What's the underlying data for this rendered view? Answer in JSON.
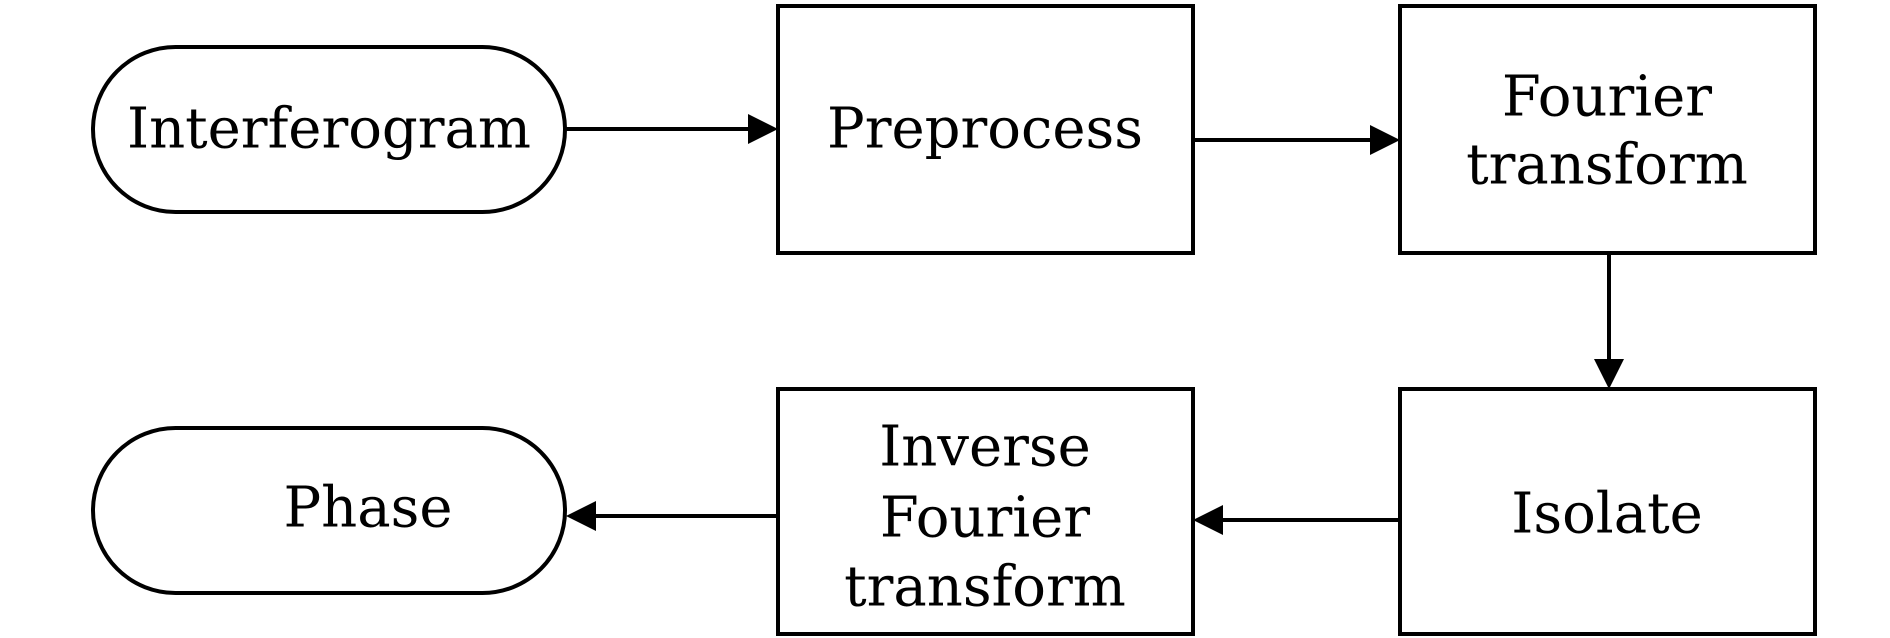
{
  "diagram": {
    "nodes": {
      "interferogram": {
        "lines": [
          "Interferogram"
        ]
      },
      "preprocess": {
        "lines": [
          "Preprocess"
        ]
      },
      "fourier": {
        "lines": [
          "Fourier",
          "transform"
        ]
      },
      "isolate": {
        "lines": [
          "Isolate"
        ]
      },
      "inverse": {
        "lines": [
          "Inverse",
          "Fourier",
          "transform"
        ]
      },
      "phase": {
        "lines": [
          "Phase"
        ]
      }
    },
    "edges": [
      {
        "from": "interferogram",
        "to": "preprocess"
      },
      {
        "from": "preprocess",
        "to": "fourier"
      },
      {
        "from": "fourier",
        "to": "isolate"
      },
      {
        "from": "isolate",
        "to": "inverse"
      },
      {
        "from": "inverse",
        "to": "phase"
      }
    ]
  }
}
